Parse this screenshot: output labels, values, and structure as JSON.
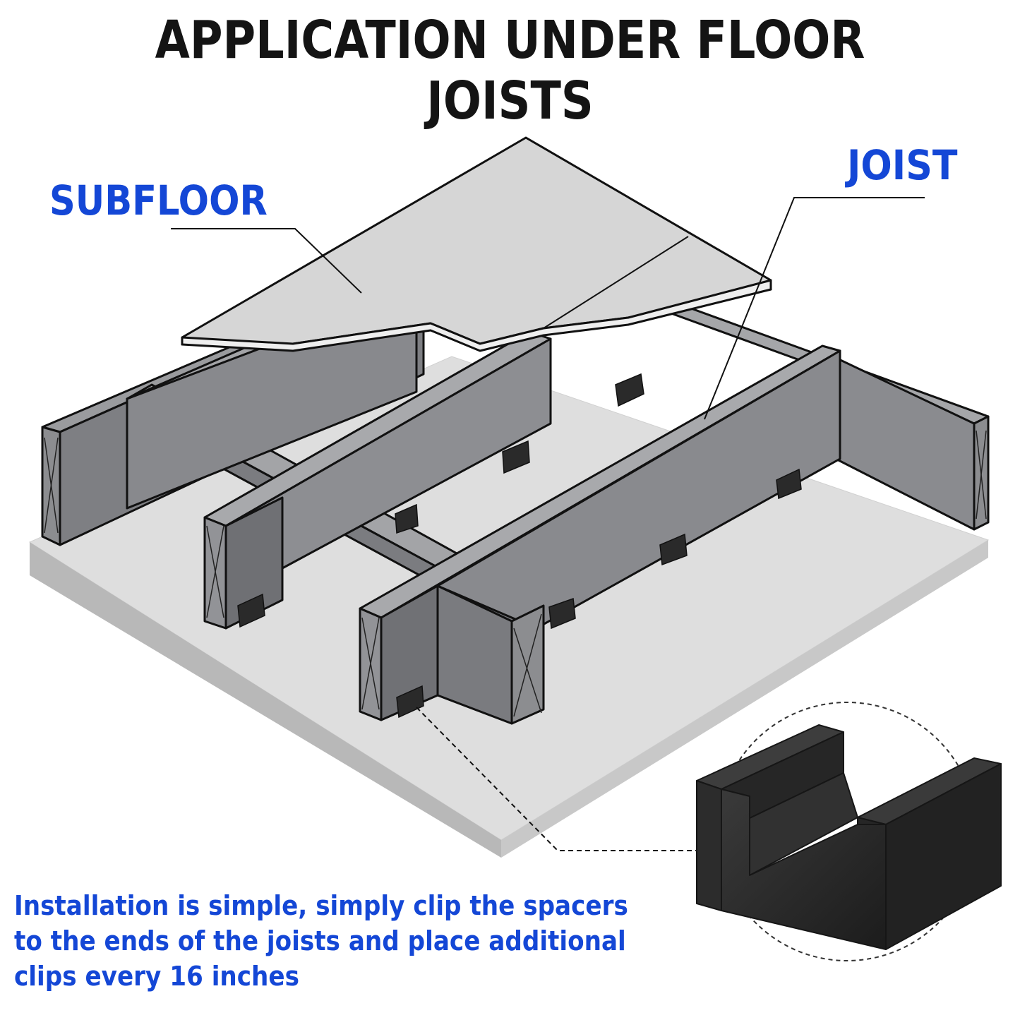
{
  "title": "APPLICATION UNDER FLOOR JOISTS",
  "callouts": {
    "subfloor": "SUBFLOOR",
    "joist": "JOIST"
  },
  "caption": "Installation is simple, simply clip the spacers to the ends of the joists and place additional clips every 16 inches",
  "colors": {
    "text_dark": "#141414",
    "accent_blue": "#1447d6",
    "subfloor": "#d9d9d9",
    "joist_face": "#8c8d90",
    "joist_side": "#747579",
    "base_top": "#dedede",
    "base_side": "#b9b9b9",
    "spacer": "#2a2a2a"
  },
  "icons": {
    "spacer_closeup": "u-channel-spacer-icon"
  }
}
